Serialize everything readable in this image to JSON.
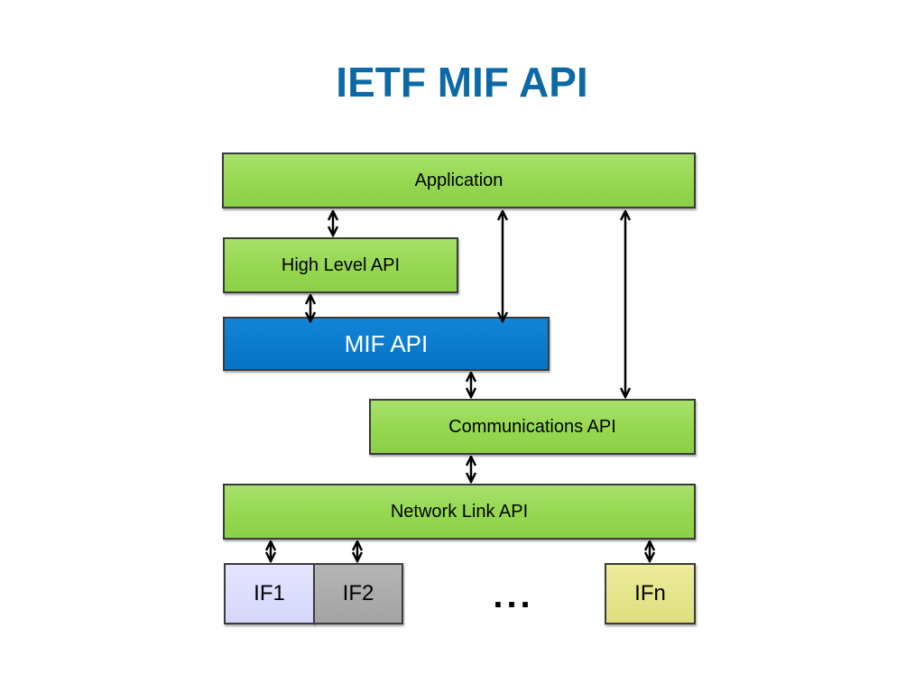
{
  "title": "IETF MIF API",
  "boxes": {
    "application": "Application",
    "high_level_api": "High Level API",
    "mif_api": "MIF API",
    "communications_api": "Communications API",
    "network_link_api": "Network Link API"
  },
  "interfaces": {
    "if1": "IF1",
    "if2": "IF2",
    "ellipsis": "...",
    "ifn": "IFn"
  },
  "colors": {
    "title": "#0b6aa6",
    "green_box": "#95d850",
    "mif_box": "#0573c6",
    "if1": "#d6d6fb",
    "if2": "#a3a3a3",
    "ifn": "#dede80"
  }
}
